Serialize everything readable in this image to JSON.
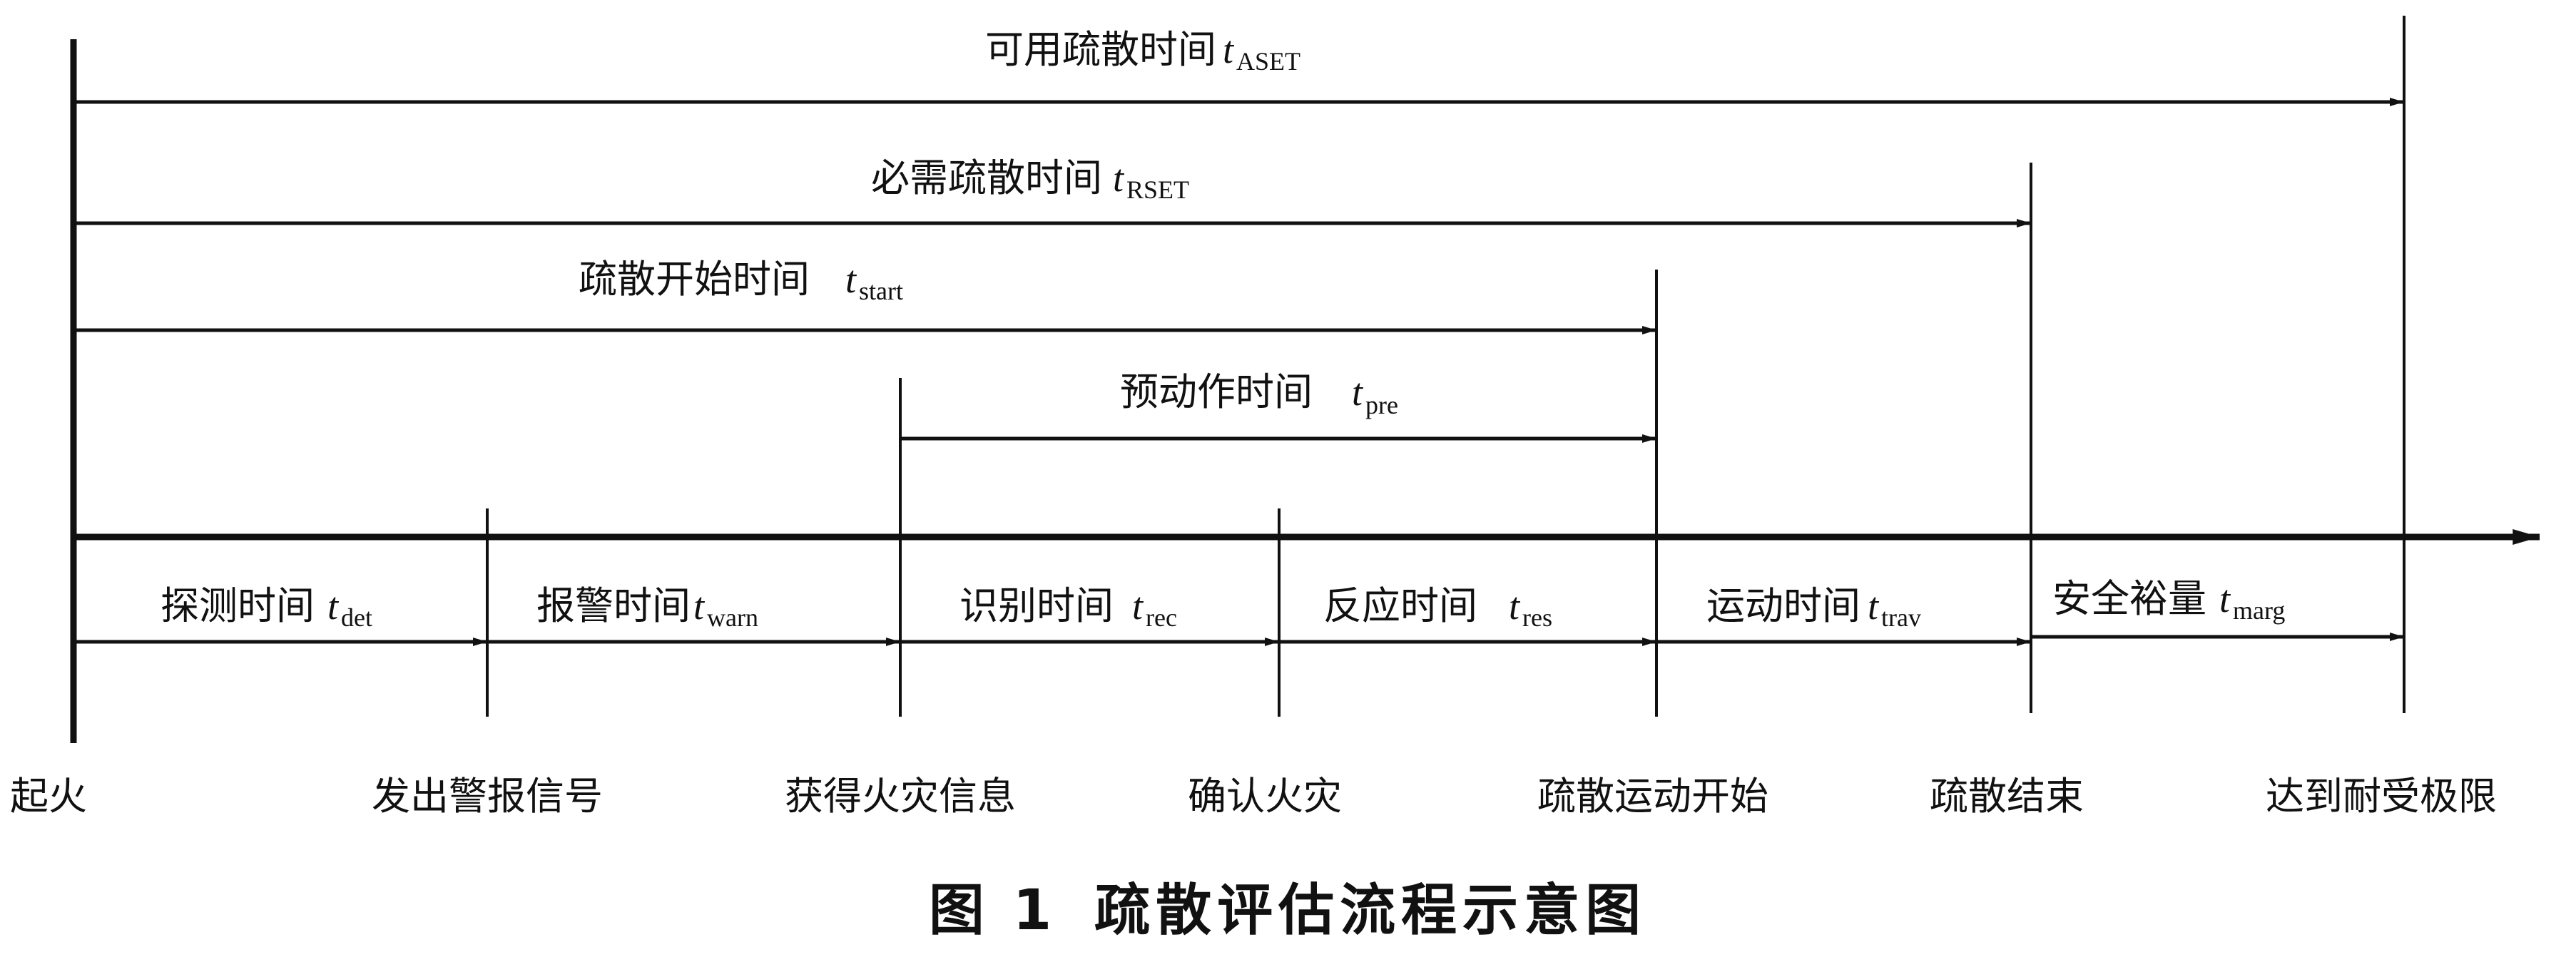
{
  "intervals_top": [
    {
      "id": "aset",
      "label": "可用疏散时间",
      "symbol": "t",
      "sub": "ASET"
    },
    {
      "id": "rset",
      "label": "必需疏散时间",
      "symbol": "t",
      "sub": "RSET"
    },
    {
      "id": "start",
      "label": "疏散开始时间",
      "symbol": "t",
      "sub": "start"
    },
    {
      "id": "pre",
      "label": "预动作时间",
      "symbol": "t",
      "sub": "pre"
    }
  ],
  "intervals_bottom": [
    {
      "id": "det",
      "label": "探测时间",
      "symbol": "t",
      "sub": "det"
    },
    {
      "id": "warn",
      "label": "报警时间",
      "symbol": "t",
      "sub": "warn"
    },
    {
      "id": "rec",
      "label": "识别时间",
      "symbol": "t",
      "sub": "rec"
    },
    {
      "id": "res",
      "label": "反应时间",
      "symbol": "t",
      "sub": "res"
    },
    {
      "id": "trav",
      "label": "运动时间",
      "symbol": "t",
      "sub": "trav"
    },
    {
      "id": "marg",
      "label": "安全裕量",
      "symbol": "t",
      "sub": "marg"
    }
  ],
  "events": [
    {
      "id": "ignition",
      "label": "起火"
    },
    {
      "id": "alarm",
      "label": "发出警报信号"
    },
    {
      "id": "info",
      "label": "获得火灾信息"
    },
    {
      "id": "confirm",
      "label": "确认火灾"
    },
    {
      "id": "move-start",
      "label": "疏散运动开始"
    },
    {
      "id": "evac-end",
      "label": "疏散结束"
    },
    {
      "id": "limit",
      "label": "达到耐受极限"
    }
  ],
  "caption": {
    "prefix": "图",
    "number": "1",
    "title": "疏散评估流程示意图"
  }
}
